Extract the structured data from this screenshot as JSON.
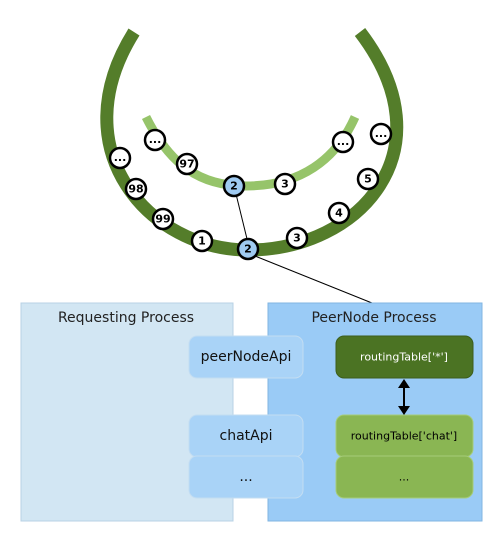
{
  "ring": {
    "outer_nodes": [
      "...",
      "98",
      "99",
      "1",
      "2",
      "3",
      "4",
      "5",
      "..."
    ],
    "inner_nodes": [
      "...",
      "97",
      "2",
      "3",
      "..."
    ]
  },
  "requesting": {
    "title": "Requesting Process",
    "pills": [
      "peerNodeApi",
      "chatApi",
      "..."
    ]
  },
  "peernode": {
    "title": "PeerNode Process",
    "routing": [
      "routingTable['*']",
      "routingTable['chat']",
      "..."
    ]
  },
  "colors": {
    "outer_ring": "#547d2a",
    "inner_ring": "#96c46a",
    "highlight_node": "#9fcaf1",
    "requesting_bg": "#d2e6f3",
    "peernode_bg": "#9acbf6",
    "pill_bg": "#a9d3f7",
    "rt_dark": "#4b7323",
    "rt_light": "#8ab653"
  }
}
